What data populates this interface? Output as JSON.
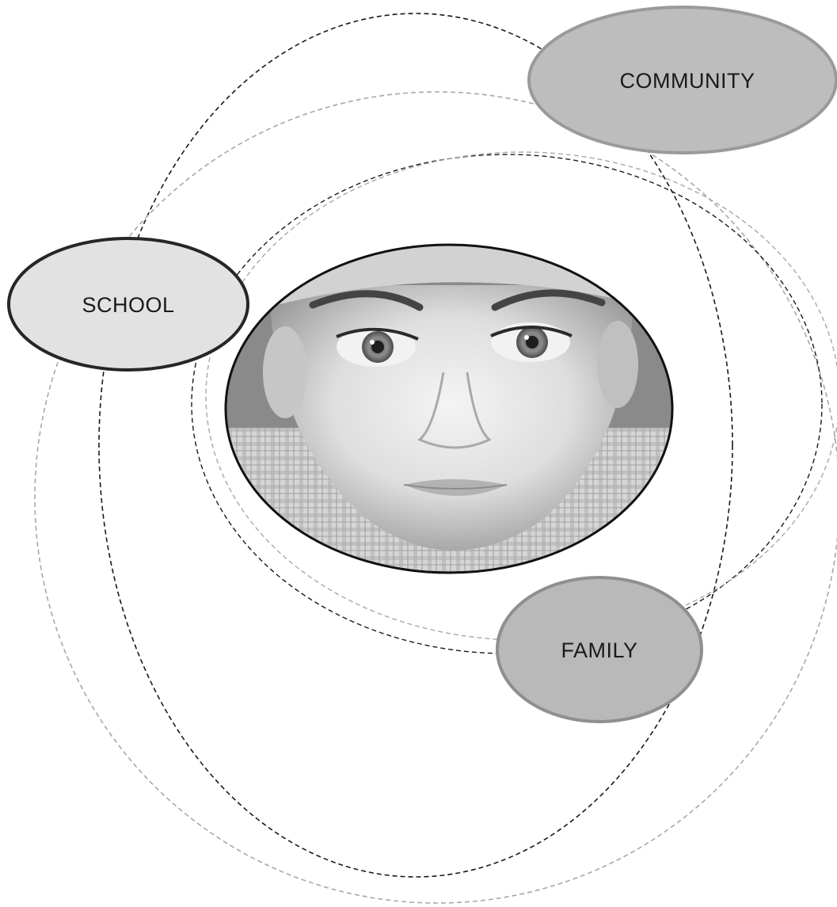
{
  "nodes": {
    "community": {
      "label": "COMMUNITY",
      "fill": "#bdbdbd",
      "stroke": "#9a9a9a"
    },
    "school": {
      "label": "SCHOOL",
      "fill": "#e2e2e2",
      "stroke": "#262626"
    },
    "family": {
      "label": "FAMILY",
      "fill": "#b9b9b9",
      "stroke": "#8f8f8f"
    }
  },
  "center": {
    "subject": "child-portrait-photo"
  },
  "rings": {
    "black_dashed": "#1a1a1a",
    "gray_dashed": "#a8a8a8"
  }
}
